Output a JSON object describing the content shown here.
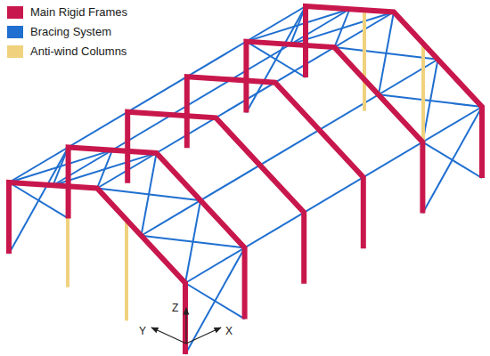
{
  "diagram": {
    "labels": [
      "Z",
      "Y",
      "X"
    ],
    "legend": [
      {
        "text": "Main Rigid Frames",
        "color": "#c8174c"
      },
      {
        "text": "Bracing System",
        "color": "#1f6fd0"
      },
      {
        "text": "Anti-wind Columns",
        "color": "#f0d27e"
      }
    ]
  }
}
